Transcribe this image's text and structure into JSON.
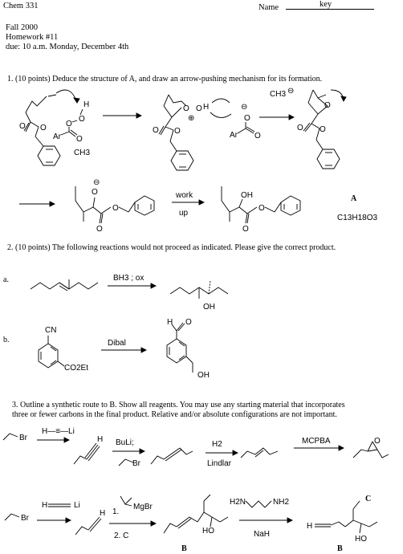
{
  "header": {
    "course": "Chem 331",
    "name_label": "Name",
    "name_value": "key",
    "semester": "Fall  2000",
    "homework": "Homework #11",
    "due": "due:  10 a.m. Monday,  December 4th"
  },
  "q1": {
    "prompt": "1. (10 points)  Deduce the structure of A, and draw an arrow-pushing mechanism for its formation.",
    "labels": {
      "O": "O",
      "H": "H",
      "Ar": "Ar",
      "CH3": "CH3",
      "OH": "OH",
      "minus": "⊖",
      "plus": "⊕",
      "work": "work",
      "up": "up",
      "A": "A",
      "formula": "C13H18O3"
    }
  },
  "q2": {
    "prompt": "2.  (10 points) The following reactions would not proceed as indicated. Please give the correct product.",
    "a_label": "a.",
    "a_reagent": "BH3 ; ox",
    "a_product_label": "OH",
    "b_label": "b.",
    "b_reagent": "Dibal",
    "b_sm_cn": "CN",
    "b_sm_ester": "CO2Et",
    "b_prod_h": "H",
    "b_prod_o": "O",
    "b_prod_oh": "OH"
  },
  "q3": {
    "prompt_line1": "3.  Outline a synthetic route to B. Show all reagents. You may use any starting material that incorporates",
    "prompt_line2": "three or fewer carbons in the final product. Relative and/or absolute configurations are not important.",
    "row1": {
      "br": "Br",
      "h_li": "H—≡—Li",
      "h": "H",
      "buli": "BuLi;",
      "br2": "Br",
      "h2": "H2",
      "lindlar": "Lindlar",
      "mcpba": "MCPBA",
      "label_c": "C"
    },
    "row2": {
      "br": "Br",
      "h_li": "Li",
      "h": "H",
      "step1": "1.",
      "grignard": "MgBr",
      "step2": "2. C",
      "diamine_h2n": "H2N",
      "diamine_nh2": "NH2",
      "nah": "NaH",
      "ho": "HO",
      "h_prod": "H",
      "label_b": "B"
    }
  }
}
